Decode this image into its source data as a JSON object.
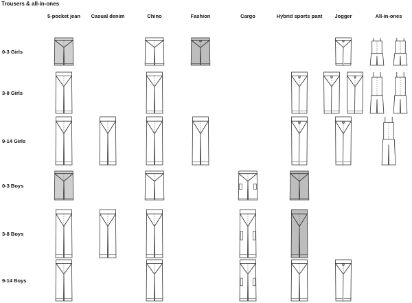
{
  "title": "Trousers & all-in-ones",
  "columns": [
    "5-pocket jean",
    "Casual denim",
    "Chino",
    "Fashion",
    "Cargo",
    "Hybrid sports pant",
    "Jogger",
    "All-in-ones"
  ],
  "rows": [
    "0-3 Girls",
    "3-8 Girls",
    "9-14 Girls",
    "0-3 Boys",
    "3-8 Boys",
    "9-14 Boys"
  ],
  "garments": [
    {
      "row": 0,
      "col": 0,
      "kind": "short",
      "tone": "#cfcfcf",
      "count": 1
    },
    {
      "row": 0,
      "col": 2,
      "kind": "short",
      "tone": "#ffffff",
      "count": 1
    },
    {
      "row": 0,
      "col": 3,
      "kind": "fashion",
      "tone": "#bdbdbd",
      "count": 1
    },
    {
      "row": 0,
      "col": 6,
      "kind": "jogger",
      "tone": "#ffffff",
      "count": 1
    },
    {
      "row": 0,
      "col": 7,
      "kind": "romper",
      "tone": "#ffffff",
      "count": 2
    },
    {
      "row": 1,
      "col": 0,
      "kind": "long",
      "tone": "#ffffff",
      "count": 1
    },
    {
      "row": 1,
      "col": 2,
      "kind": "long",
      "tone": "#ffffff",
      "count": 1
    },
    {
      "row": 1,
      "col": 5,
      "kind": "jogger",
      "tone": "#ffffff",
      "count": 1
    },
    {
      "row": 1,
      "col": 6,
      "kind": "jogger",
      "tone": "#ffffff",
      "count": 2
    },
    {
      "row": 1,
      "col": 7,
      "kind": "romper",
      "tone": "#ffffff",
      "count": 2
    },
    {
      "row": 2,
      "col": 0,
      "kind": "long",
      "tone": "#ffffff",
      "count": 1
    },
    {
      "row": 2,
      "col": 1,
      "kind": "long",
      "tone": "#ffffff",
      "count": 1
    },
    {
      "row": 2,
      "col": 2,
      "kind": "long",
      "tone": "#ffffff",
      "count": 1
    },
    {
      "row": 2,
      "col": 3,
      "kind": "long",
      "tone": "#ffffff",
      "count": 1
    },
    {
      "row": 2,
      "col": 5,
      "kind": "jogger",
      "tone": "#ffffff",
      "count": 1
    },
    {
      "row": 2,
      "col": 6,
      "kind": "jogger",
      "tone": "#ffffff",
      "count": 1
    },
    {
      "row": 2,
      "col": 7,
      "kind": "jumpsuit",
      "tone": "#ffffff",
      "count": 1
    },
    {
      "row": 3,
      "col": 0,
      "kind": "short",
      "tone": "#cfcfcf",
      "count": 1
    },
    {
      "row": 3,
      "col": 2,
      "kind": "short",
      "tone": "#ffffff",
      "count": 1
    },
    {
      "row": 3,
      "col": 4,
      "kind": "cargo",
      "tone": "#ffffff",
      "count": 1
    },
    {
      "row": 3,
      "col": 5,
      "kind": "short",
      "tone": "#bdbdbd",
      "count": 1
    },
    {
      "row": 4,
      "col": 0,
      "kind": "long",
      "tone": "#ffffff",
      "count": 1
    },
    {
      "row": 4,
      "col": 1,
      "kind": "long",
      "tone": "#ffffff",
      "count": 1
    },
    {
      "row": 4,
      "col": 2,
      "kind": "long",
      "tone": "#ffffff",
      "count": 1
    },
    {
      "row": 4,
      "col": 4,
      "kind": "cargo-long",
      "tone": "#ffffff",
      "count": 1
    },
    {
      "row": 4,
      "col": 5,
      "kind": "long",
      "tone": "#bdbdbd",
      "count": 1
    },
    {
      "row": 5,
      "col": 0,
      "kind": "long",
      "tone": "#ffffff",
      "count": 1
    },
    {
      "row": 5,
      "col": 2,
      "kind": "long",
      "tone": "#ffffff",
      "count": 1
    },
    {
      "row": 5,
      "col": 4,
      "kind": "cargo-long",
      "tone": "#ffffff",
      "count": 1
    },
    {
      "row": 5,
      "col": 5,
      "kind": "long",
      "tone": "#ffffff",
      "count": 1
    },
    {
      "row": 5,
      "col": 6,
      "kind": "jogger",
      "tone": "#ffffff",
      "count": 1
    }
  ]
}
